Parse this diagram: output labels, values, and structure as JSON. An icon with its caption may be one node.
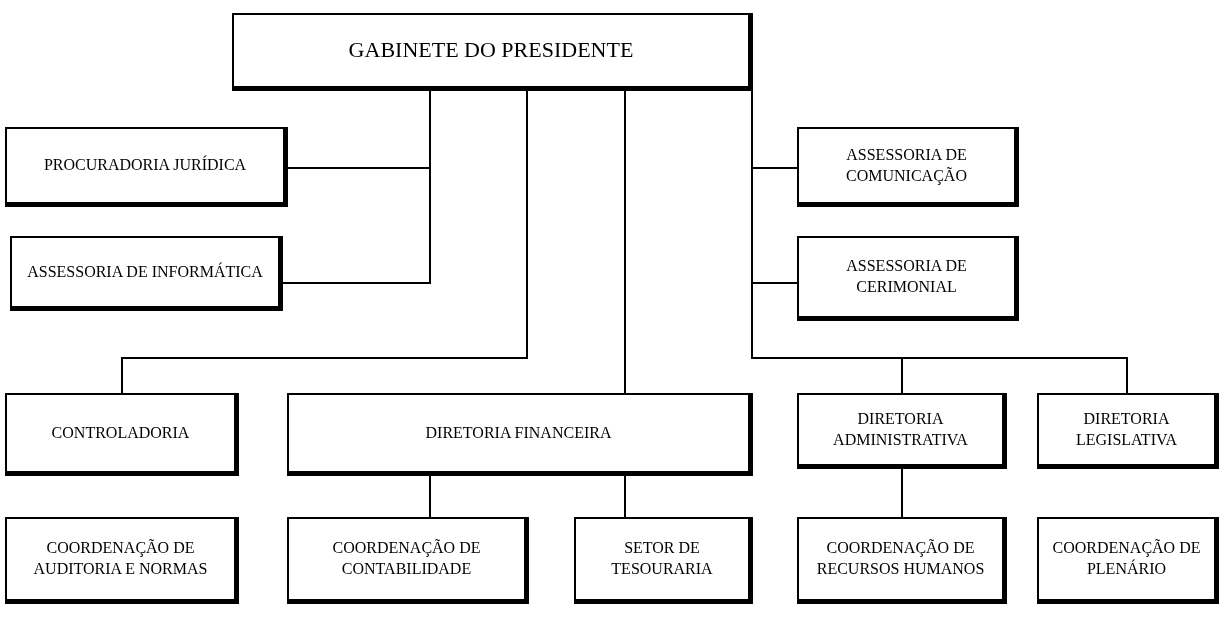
{
  "diagram": {
    "nodes": [
      {
        "text": [
          "GABINETE DO PRESIDENTE"
        ]
      },
      {
        "text": [
          "PROCURADORIA JURÍDICA"
        ]
      },
      {
        "text": [
          "ASSESSORIA DE INFORMÁTICA"
        ]
      },
      {
        "text": [
          "ASSESSORIA DE COMUNICAÇÃO"
        ]
      },
      {
        "text": [
          "ASSESSORIA DE CERIMONIAL"
        ]
      },
      {
        "text": [
          "CONTROLADORIA"
        ]
      },
      {
        "text": [
          "DIRETORIA FINANCEIRA"
        ]
      },
      {
        "text": [
          "DIRETORIA ADMINISTRATIVA"
        ]
      },
      {
        "text": [
          "DIRETORIA LEGISLATIVA"
        ]
      },
      {
        "text": [
          "COORDENAÇÃO DE AUDITORIA E NORMAS"
        ]
      },
      {
        "text": [
          "COORDENAÇÃO DE CONTABILIDADE"
        ]
      },
      {
        "text": [
          "SETOR DE TESOURARIA"
        ]
      },
      {
        "text": [
          "COORDENAÇÃO DE RECURSOS HUMANOS"
        ]
      },
      {
        "text": [
          "COORDENAÇÃO DE PLENÁRIO"
        ]
      }
    ],
    "edges": [
      {
        "from": 0,
        "to": 1,
        "arrow": "none"
      },
      {
        "from": 0,
        "to": 2,
        "arrow": "none"
      },
      {
        "from": 0,
        "to": 5,
        "arrow": "none"
      },
      {
        "from": 0,
        "to": 6,
        "arrow": "none"
      },
      {
        "from": 0,
        "to": 3,
        "arrow": "none"
      },
      {
        "from": 0,
        "to": 4,
        "arrow": "none"
      },
      {
        "from": 0,
        "to": 7,
        "arrow": "none"
      },
      {
        "from": 0,
        "to": 8,
        "arrow": "none"
      },
      {
        "from": 6,
        "to": 10,
        "arrow": "none"
      },
      {
        "from": 6,
        "to": 11,
        "arrow": "none"
      },
      {
        "from": 7,
        "to": 12,
        "arrow": "none"
      }
    ]
  }
}
